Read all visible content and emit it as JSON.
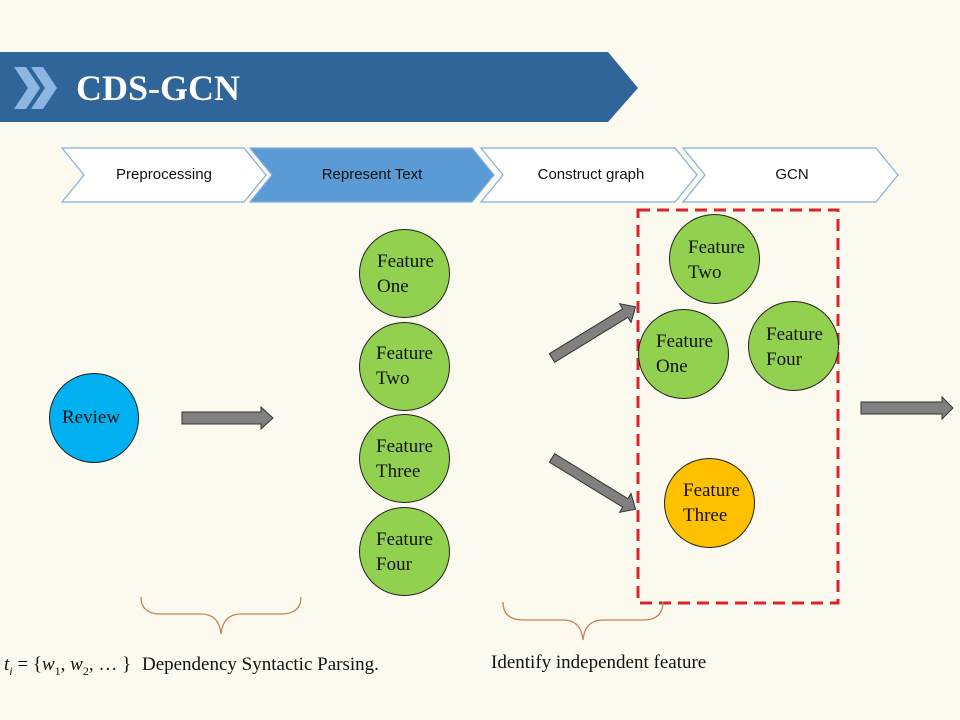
{
  "header": {
    "title": "CDS-GCN",
    "colors": {
      "banner": "#2f6598",
      "chevron": "#8db7e2"
    }
  },
  "steps": [
    {
      "label": "Preprocessing",
      "active": false
    },
    {
      "label": "Represent Text",
      "active": true
    },
    {
      "label": "Construct graph",
      "active": false
    },
    {
      "label": "GCN",
      "active": false
    }
  ],
  "step_colors": {
    "active": "#5b9bd5",
    "inactive": "#ffffff",
    "border": "#7fb0de"
  },
  "nodes": {
    "review": {
      "label": "Review",
      "color": "#00b0f0"
    },
    "features": [
      {
        "line1": "Feature",
        "line2": "One"
      },
      {
        "line1": "Feature",
        "line2": "Two"
      },
      {
        "line1": "Feature",
        "line2": "Three"
      },
      {
        "line1": "Feature",
        "line2": "Four"
      }
    ],
    "graph": [
      {
        "line1": "Feature",
        "line2": "Two"
      },
      {
        "line1": "Feature",
        "line2": "One"
      },
      {
        "line1": "Feature",
        "line2": "Four"
      },
      {
        "line1": "Feature",
        "line2": "Three"
      }
    ],
    "colors": {
      "feature": "#92d050",
      "highlight": "#ffc000",
      "arrow": "#808080",
      "dashed_box": "#d9232e",
      "brace": "#c5855b"
    }
  },
  "captions": {
    "formula": {
      "t": "t",
      "t_sub": "i",
      "eq": " = {",
      "w1": "w",
      "w1_sub": "1",
      "comma1": ", ",
      "w2": "w",
      "w2_sub": "2",
      "rest": ", … }"
    },
    "parsing": "Dependency  Syntactic  Parsing.",
    "identify": "Identify  independent  feature"
  }
}
